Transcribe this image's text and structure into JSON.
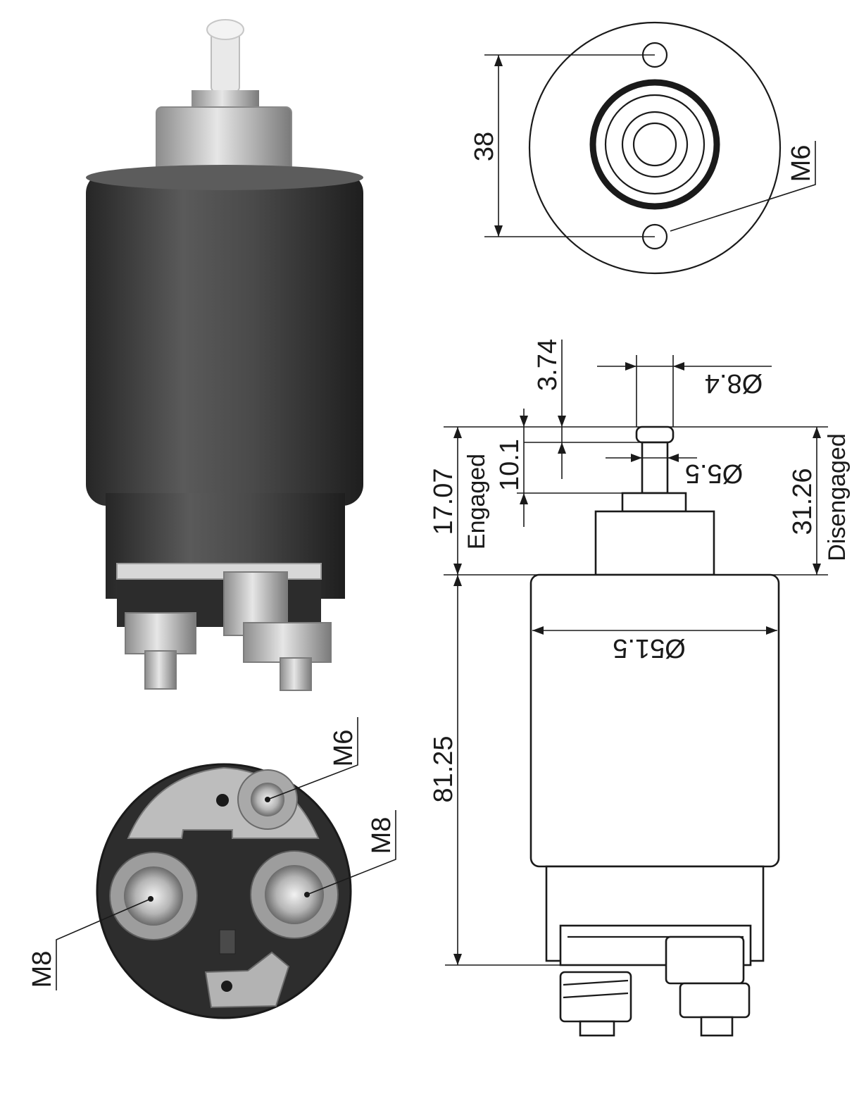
{
  "labels": {
    "m6_top": "M6",
    "dim_38": "38",
    "dim_3_74": "3.74",
    "dim_d8_4": "Ø8.4",
    "dim_10_1": "10.1",
    "dim_d5_5": "Ø5.5",
    "dim_17_07": "17.07",
    "engaged": "Engaged",
    "dim_31_26": "31.26",
    "disengaged": "Disengaged",
    "dim_d51_5": "Ø51.5",
    "dim_81_25": "81.25",
    "m6_bottom": "M6",
    "m8_right": "M8",
    "m8_left": "M8"
  },
  "colors": {
    "line": "#1a1a1a",
    "housing_dark": "#3c3c3c",
    "metal_light": "#cfcfcf"
  }
}
